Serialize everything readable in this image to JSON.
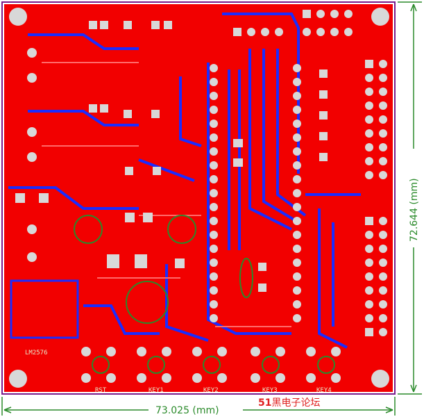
{
  "labels": {
    "rst": "RST",
    "key1": "KEY1",
    "key2": "KEY2",
    "key3": "KEY3",
    "key4": "KEY4",
    "lm2576": "LM2576",
    "width_dim": "73.025 (mm)",
    "height_dim": "72.644 (mm)",
    "forum_num": "51",
    "forum_text": "黑电子论坛"
  },
  "colors": {
    "board_fill": "#f20000",
    "trace_top": "#ff2a2a",
    "trace_bottom": "#1a2cff",
    "pad": "#d8d8d8",
    "silk": "#e8e8c8",
    "outline": "#7a1a8a",
    "dimension": "#2a8a2a"
  }
}
